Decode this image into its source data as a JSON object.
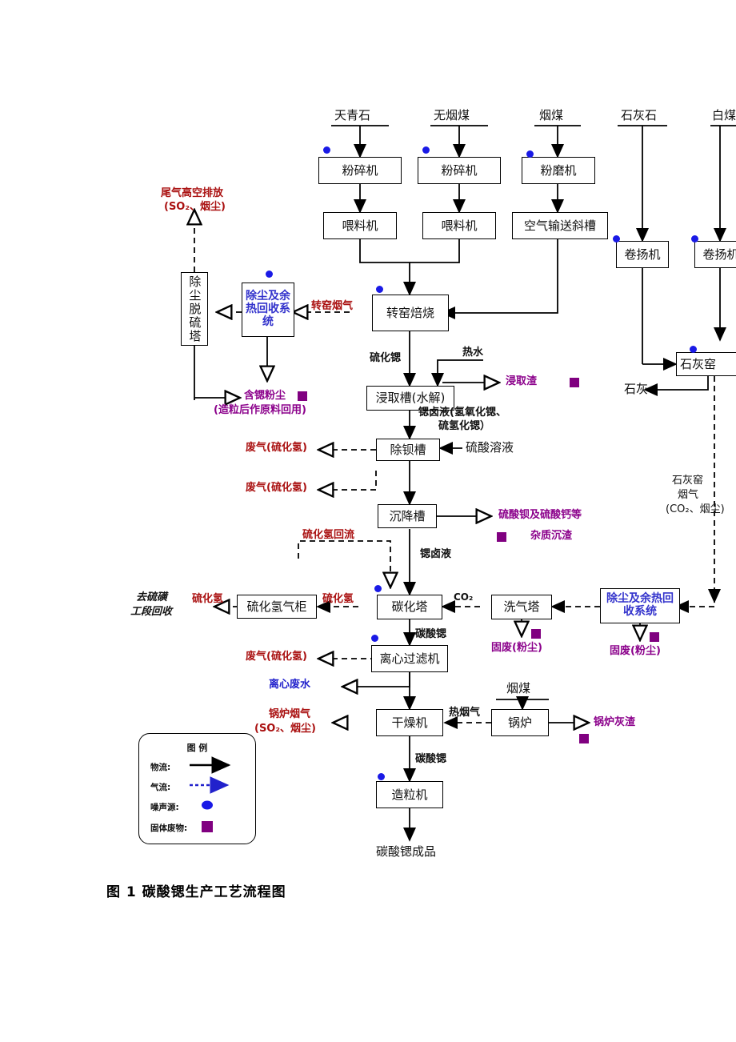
{
  "figure": {
    "caption": "图 1   碳酸锶生产工艺流程图"
  },
  "colors": {
    "emission_red": "#aa1111",
    "solid_waste_purple": "#8B008B",
    "gas_blue": "#2222cc",
    "blue_box_text": "#3333cc",
    "noise_dot": "#1a1ae6"
  },
  "inputs": [
    {
      "name": "input-tianqingshi",
      "label": "天青石"
    },
    {
      "name": "input-wuyanmei",
      "label": "无烟煤"
    },
    {
      "name": "input-yanmei",
      "label": "烟煤"
    },
    {
      "name": "input-shihuishi",
      "label": "石灰石"
    },
    {
      "name": "input-baimei",
      "label": "白煤"
    },
    {
      "name": "input-yanmei-boiler",
      "label": "烟煤"
    }
  ],
  "nodes": {
    "crusher1": "粉碎机",
    "crusher2": "粉碎机",
    "mill": "粉磨机",
    "feeder1": "喂料机",
    "feeder2": "喂料机",
    "air_chute": "空气输送斜槽",
    "rotary_kiln": "转窑焙烧",
    "desulf_tower": "除尘脱硫塔",
    "dust_heat_1": "除尘及余热回收系统",
    "hoist1": "卷扬机",
    "hoist2": "卷扬机",
    "lime_kiln": "石灰窑",
    "leach_tank": "浸取槽(水解)",
    "debarium_tank": "除钡槽",
    "settling_tank": "沉降槽",
    "h2s_holder": "硫化氢气柜",
    "carbonation_tower": "碳化塔",
    "scrubber": "洗气塔",
    "dust_heat_2": "除尘及余热回收系统",
    "centrifuge": "离心过滤机",
    "dryer": "干燥机",
    "boiler": "锅炉",
    "granulator": "造粒机"
  },
  "streams": {
    "strontium_sulfide": "硫化锶",
    "hot_water": "热水",
    "sr_brine_long_1": "锶卤液(氢氧化锶、",
    "sr_brine_long_2": "硫氢化锶）",
    "sulfuric_acid": "硫酸溶液",
    "sr_brine": "锶卤液",
    "strontium_carbonate_1": "碳酸锶",
    "strontium_carbonate_2": "碳酸锶",
    "co2": "CO₂",
    "hot_flue_gas": "热烟气",
    "lime": "石灰",
    "kiln_flue_gas": "转窑烟气",
    "h2s_reflux": "硫化氢回流",
    "h2s_1": "硫化氢",
    "h2s_2": "硫化氢",
    "lime_kiln_gas_1": "石灰窑",
    "lime_kiln_gas_2": "烟气",
    "lime_kiln_gas_3": "(CO₂、烟尘)",
    "product": "碳酸锶成品"
  },
  "emissions": {
    "stack_1": "尾气高空排放",
    "stack_2": "(SO₂、烟尘)",
    "sr_dust_1": "含锶粉尘",
    "sr_dust_2": "(造粒后作原料回用)",
    "leach_residue": "浸取渣",
    "waste_gas_h2s_1": "废气(硫化氢)",
    "waste_gas_h2s_2": "废气(硫化氢)",
    "waste_gas_h2s_3": "废气(硫化氢)",
    "baso4_caso4_1": "硫酸钡及硫酸钙等",
    "baso4_caso4_2": "杂质沉渣",
    "to_sulfur_1": "去硫磺",
    "to_sulfur_2": "工段回收",
    "solid_waste_dust_1": "固废(粉尘)",
    "solid_waste_dust_2": "固废(粉尘)",
    "centrifuge_wastewater": "离心废水",
    "boiler_flue_1": "锅炉烟气",
    "boiler_flue_2": "(SO₂、烟尘)",
    "boiler_ash": "锅炉灰渣"
  },
  "legend": {
    "title": "图 例",
    "rows": [
      {
        "label": "物流:",
        "symbol": "solid-arrow"
      },
      {
        "label": "气流:",
        "symbol": "dashed-arrow"
      },
      {
        "label": "噪声源:",
        "symbol": "blue-dot"
      },
      {
        "label": "固体废物:",
        "symbol": "purple-square"
      }
    ]
  }
}
